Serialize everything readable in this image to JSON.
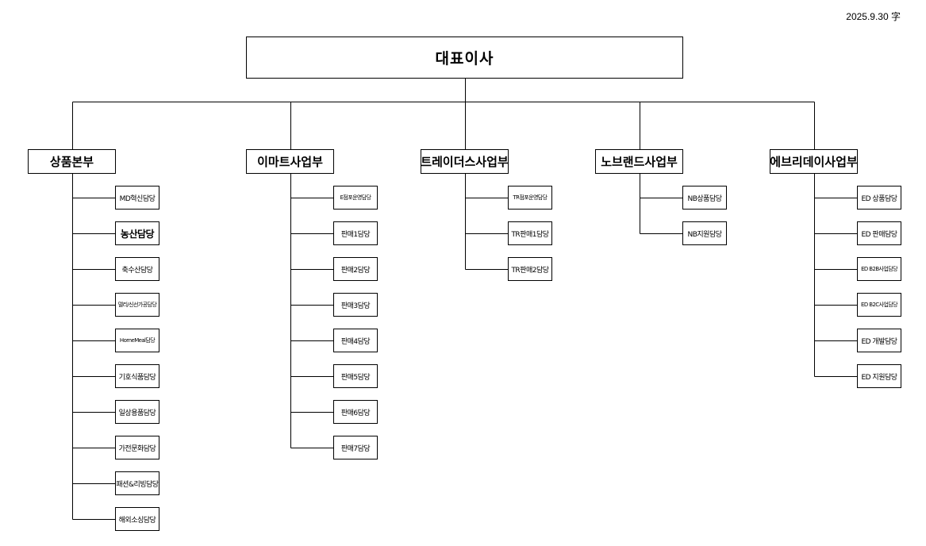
{
  "date": "2025.9.30 字",
  "ceo": "대표이사",
  "divisions": [
    {
      "name": "상품본부",
      "teams": [
        "MD혁신담당",
        "농산담당",
        "축수산담당",
        "델리/신선가공담당",
        "HomeMeal담당",
        "기호식품담당",
        "일상용품담당",
        "가전문화담당",
        "패션&리빙담당",
        "해외소싱담당"
      ]
    },
    {
      "name": "이마트사업부",
      "teams": [
        "E점포운영담당",
        "판매1담당",
        "판매2담당",
        "판매3담당",
        "판매4담당",
        "판매5담당",
        "판매6담당",
        "판매7담당"
      ]
    },
    {
      "name": "트레이더스사업부",
      "teams": [
        "TR점포운영담당",
        "TR판매1담당",
        "TR판매2담당"
      ]
    },
    {
      "name": "노브랜드사업부",
      "teams": [
        "NB상품담당",
        "NB지원담당"
      ]
    },
    {
      "name": "에브리데이사업부",
      "teams": [
        "ED 상품담당",
        "ED 판매담당",
        "ED B2B사업담당",
        "ED B2C사업담당",
        "ED 개발담당",
        "ED 지원담당"
      ]
    }
  ]
}
